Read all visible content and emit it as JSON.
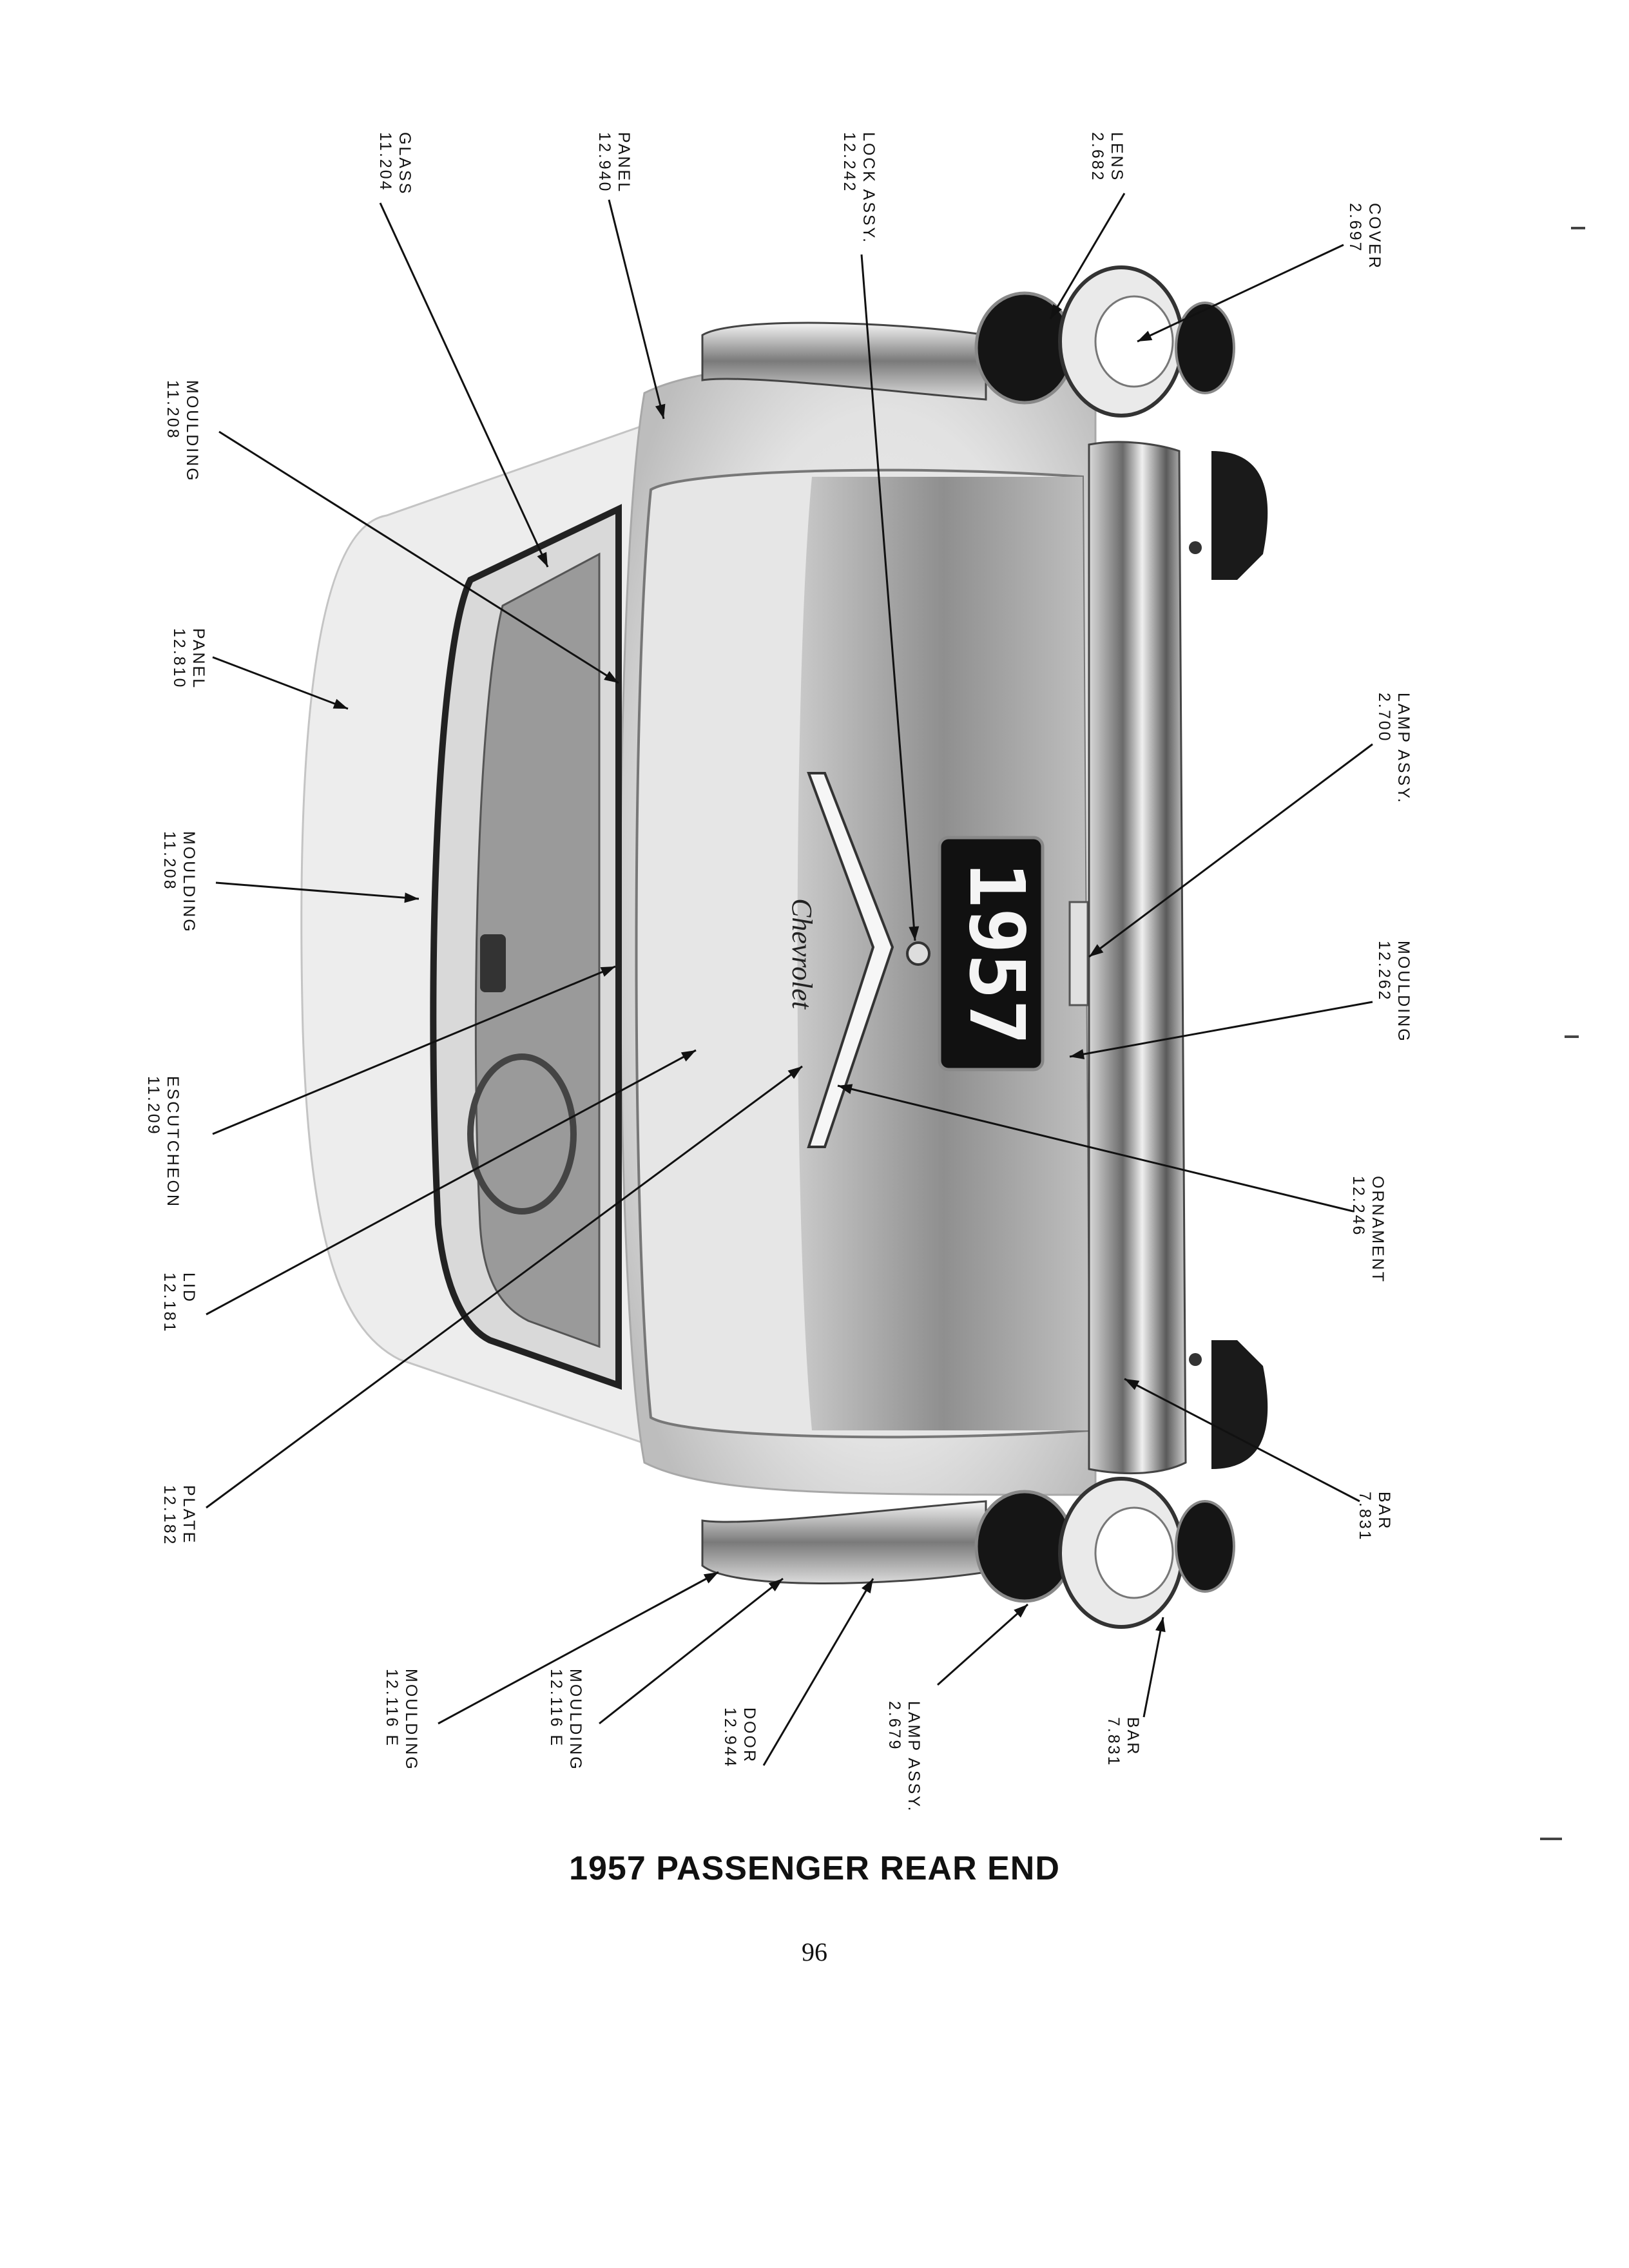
{
  "diagram": {
    "plate_text": "1957",
    "script_badge": "Chevrolet",
    "callouts": [
      {
        "id": "glass-11-204",
        "number": "11.204",
        "name": "GLASS"
      },
      {
        "id": "panel-12-940",
        "number": "12.940",
        "name": "PANEL"
      },
      {
        "id": "lock-12-242",
        "number": "12.242",
        "name": "LOCK ASSY."
      },
      {
        "id": "lens-2-682",
        "number": "2.682",
        "name": "LENS"
      },
      {
        "id": "cover-2-697",
        "number": "2.697",
        "name": "COVER"
      },
      {
        "id": "moulding-11-208-a",
        "number": "11.208",
        "name": "MOULDING"
      },
      {
        "id": "panel-12-810",
        "number": "12.810",
        "name": "PANEL"
      },
      {
        "id": "moulding-11-208-b",
        "number": "11.208",
        "name": "MOULDING"
      },
      {
        "id": "escutcheon-11-209",
        "number": "11.209",
        "name": "ESCUTCHEON"
      },
      {
        "id": "lid-12-181",
        "number": "12.181",
        "name": "LID"
      },
      {
        "id": "plate-12-182",
        "number": "12.182",
        "name": "PLATE"
      },
      {
        "id": "lamp-2-700",
        "number": "2.700",
        "name": "LAMP ASSY."
      },
      {
        "id": "moulding-12-262",
        "number": "12.262",
        "name": "MOULDING"
      },
      {
        "id": "ornament-12-246",
        "number": "12.246",
        "name": "ORNAMENT"
      },
      {
        "id": "bar-7-831-a",
        "number": "7.831",
        "name": "BAR"
      },
      {
        "id": "moulding-12-116e-a",
        "number": "12.116 E",
        "name": "MOULDING"
      },
      {
        "id": "moulding-12-116e-b",
        "number": "12.116 E",
        "name": "MOULDING"
      },
      {
        "id": "door-12-944",
        "number": "12.944",
        "name": "DOOR"
      },
      {
        "id": "lamp-2-679",
        "number": "2.679",
        "name": "LAMP ASSY."
      },
      {
        "id": "bar-7-831-b",
        "number": "7.831",
        "name": "BAR"
      }
    ]
  },
  "caption": {
    "title": "1957 PASSENGER REAR END",
    "page_number": "96"
  }
}
